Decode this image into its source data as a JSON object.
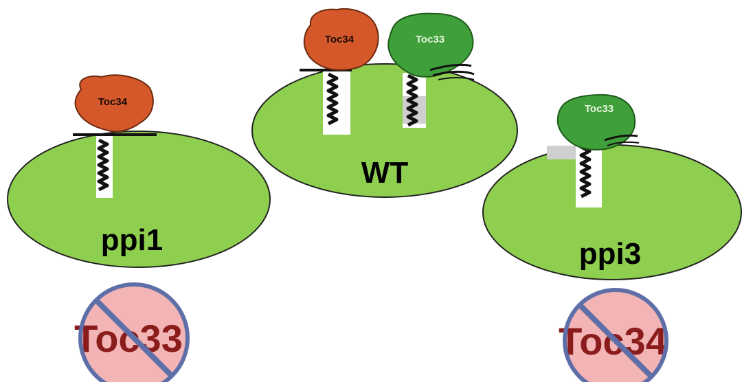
{
  "colors": {
    "organelle": "#8fcf4f",
    "organelle_stroke": "#222222",
    "toc34_fill": "#d4582a",
    "toc34_stroke": "#6b2a10",
    "toc34_text": "#1a0a05",
    "toc33_fill": "#3f9f3a",
    "toc33_stroke": "#1f5a1a",
    "toc33_text": "#e8f5e0",
    "no_sign_fill": "#f2b4b4",
    "no_sign_ring": "#5e6fa8",
    "no_text": "#8a1c1c",
    "membrane": "#111111",
    "gap": "#ffffff",
    "shadow": "#cfcfcf"
  },
  "labels": {
    "wt": "WT",
    "ppi1": "ppi1",
    "ppi3": "ppi3",
    "toc34": "Toc34",
    "toc33": "Toc33",
    "missing_ppi1": "Toc33",
    "missing_ppi3": "Toc34"
  }
}
